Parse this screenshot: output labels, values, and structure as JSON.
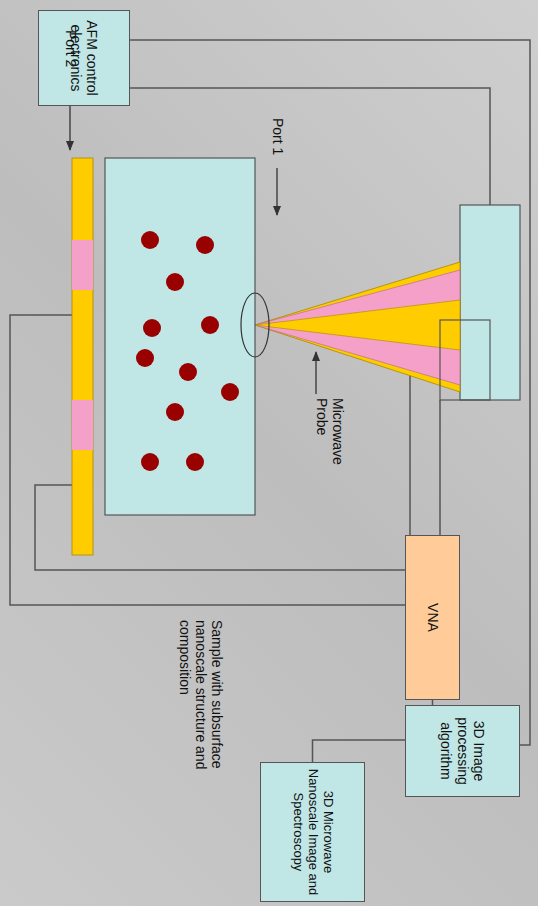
{
  "diagram": {
    "nodes": [
      {
        "text": [
          "AFM control electronics"
        ]
      },
      {
        "text": [
          "VNA"
        ]
      },
      {
        "text": [
          "3D Image processing algorithm"
        ]
      },
      {
        "text": [
          "3D Microwave Nanoscale Image and Spectroscopy"
        ]
      }
    ],
    "edges": [
      {
        "from": 0,
        "to": 2,
        "arrow": "none"
      },
      {
        "from": 1,
        "to": 2,
        "arrow": "none"
      },
      {
        "from": 2,
        "to": 3,
        "arrow": "none"
      }
    ],
    "labels": [
      "Port 1",
      "Port 2",
      "Microwave Probe",
      "Sample with subsurface nanoscale structure and composition"
    ]
  }
}
